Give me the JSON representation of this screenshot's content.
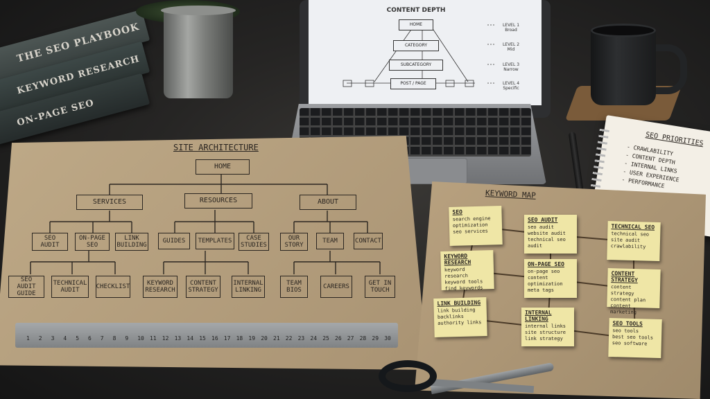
{
  "books": [
    "THE SEO PLAYBOOK",
    "KEYWORD RESEARCH",
    "ON-PAGE SEO"
  ],
  "screen": {
    "title": "CONTENT DEPTH",
    "nodes": [
      "HOME",
      "CATEGORY",
      "SUBCATEGORY",
      "POST / PAGE"
    ],
    "levels": [
      {
        "level": "LEVEL 1",
        "desc": "Broad"
      },
      {
        "level": "LEVEL 2",
        "desc": "Mid"
      },
      {
        "level": "LEVEL 3",
        "desc": "Narrow"
      },
      {
        "level": "LEVEL 4",
        "desc": "Specific"
      }
    ]
  },
  "notebook": {
    "title": "SEO PRIORITIES",
    "items": [
      "- CRAWLABILITY",
      "- CONTENT DEPTH",
      "- INTERNAL LINKS",
      "- USER EXPERIENCE",
      "- PERFORMANCE"
    ]
  },
  "site_architecture": {
    "title": "SITE ARCHITECTURE",
    "root": "HOME",
    "sections": [
      "SERVICES",
      "RESOURCES",
      "ABOUT"
    ],
    "services_children": [
      "SEO AUDIT",
      "ON-PAGE SEO",
      "LINK BUILDING"
    ],
    "resources_children": [
      "GUIDES",
      "TEMPLATES",
      "CASE STUDIES"
    ],
    "about_children": [
      "OUR STORY",
      "TEAM",
      "CONTACT"
    ],
    "onpage_children": [
      "SEO AUDIT GUIDE",
      "TECHNICAL AUDIT",
      "CHECKLIST"
    ],
    "templates_children": [
      "KEYWORD RESEARCH",
      "CONTENT STRATEGY",
      "INTERNAL LINKING"
    ],
    "team_children": [
      "TEAM BIOS",
      "CAREERS",
      "GET IN TOUCH"
    ]
  },
  "ruler": [
    "1",
    "2",
    "3",
    "4",
    "5",
    "6",
    "7",
    "8",
    "9",
    "10",
    "11",
    "12",
    "13",
    "14",
    "15",
    "16",
    "17",
    "18",
    "19",
    "20",
    "21",
    "22",
    "23",
    "24",
    "25",
    "26",
    "27",
    "28",
    "29",
    "30"
  ],
  "keyword_map": {
    "title": "KEYWORD MAP",
    "notes": [
      {
        "title": "SEO",
        "lines": [
          "search engine",
          "optimization",
          "seo services"
        ]
      },
      {
        "title": "SEO AUDIT",
        "lines": [
          "seo audit",
          "website audit",
          "technical seo audit"
        ]
      },
      {
        "title": "TECHNICAL SEO",
        "lines": [
          "technical seo",
          "site audit",
          "crawlability"
        ]
      },
      {
        "title": "KEYWORD RESEARCH",
        "lines": [
          "keyword research",
          "keyword tools",
          "find keywords"
        ]
      },
      {
        "title": "ON-PAGE SEO",
        "lines": [
          "on-page seo",
          "content optimization",
          "meta tags"
        ]
      },
      {
        "title": "CONTENT STRATEGY",
        "lines": [
          "content strategy",
          "content plan",
          "content marketing"
        ]
      },
      {
        "title": "LINK BUILDING",
        "lines": [
          "link building",
          "backlinks",
          "authority links"
        ]
      },
      {
        "title": "INTERNAL LINKING",
        "lines": [
          "internal links",
          "site structure",
          "link strategy"
        ]
      },
      {
        "title": "SEO TOOLS",
        "lines": [
          "seo tools",
          "best seo tools",
          "seo software"
        ]
      }
    ]
  }
}
